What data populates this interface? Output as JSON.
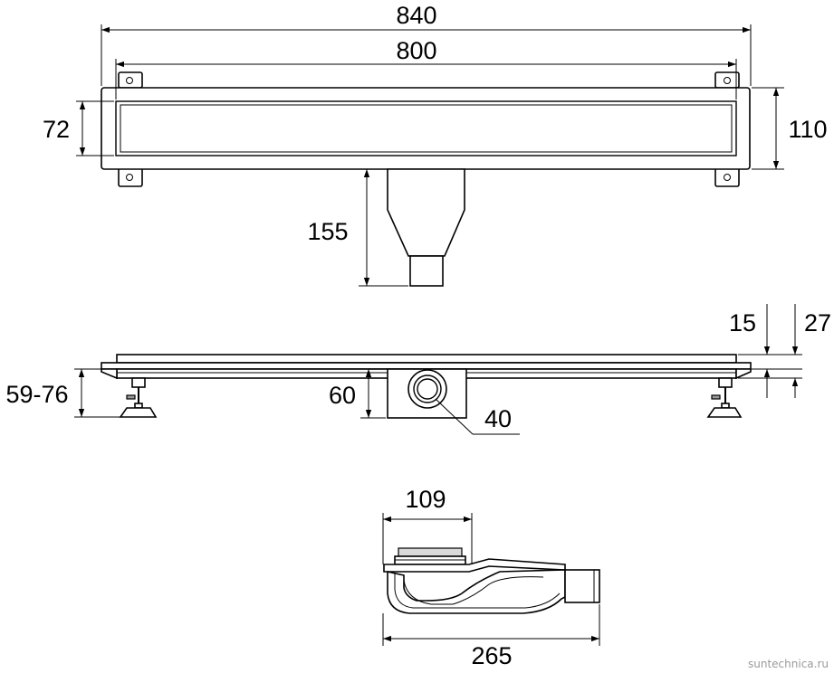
{
  "dimensions": {
    "overall_length": "840",
    "channel_length": "800",
    "grate_width": "72",
    "overall_width": "110",
    "outlet_depth": "155",
    "frame_height_1": "15",
    "frame_height_2": "27",
    "leg_height": "59-76",
    "outlet_height": "60",
    "outlet_diameter": "40",
    "siphon_width": "109",
    "siphon_length": "265"
  },
  "watermark": "suntechnica.ru"
}
